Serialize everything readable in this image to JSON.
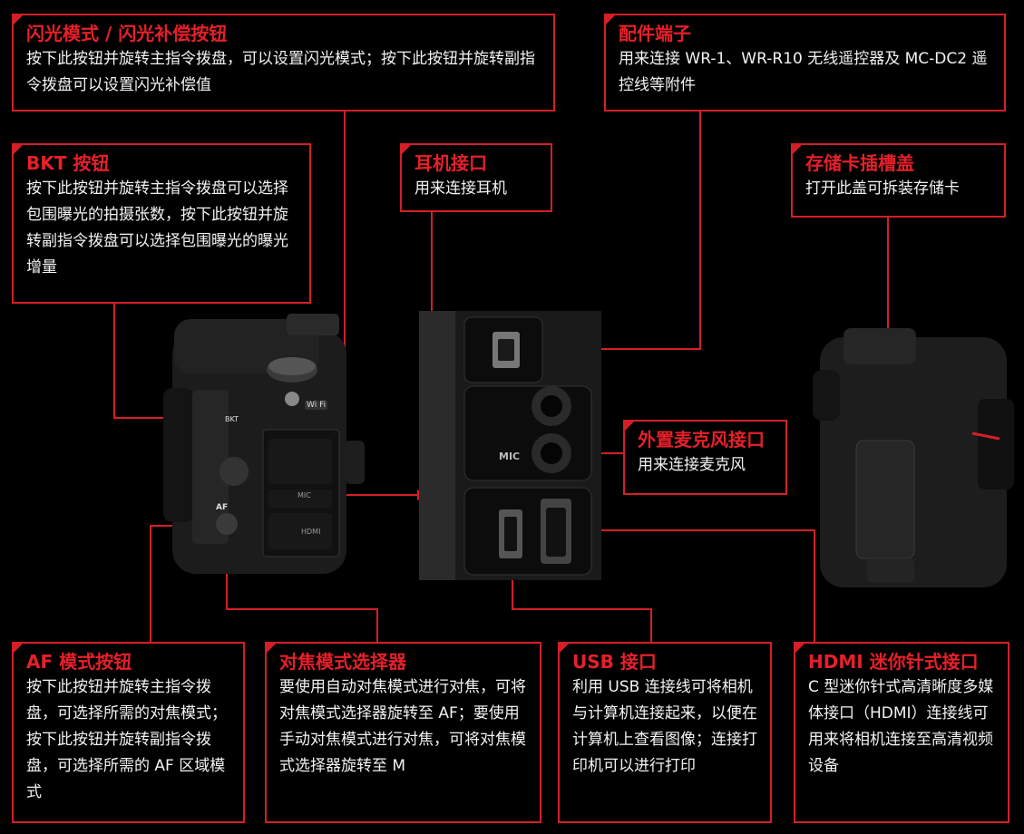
{
  "callouts": {
    "flash_mode": {
      "title": "闪光模式 / 闪光补偿按钮",
      "body": "按下此按钮并旋转主指令拨盘，可以设置闪光模式；按下此按钮并旋转副指令拨盘可以设置闪光补偿值"
    },
    "accessory_terminal": {
      "title": "配件端子",
      "body": "用来连接 WR-1、WR-R10 无线遥控器及 MC-DC2 遥控线等附件"
    },
    "bkt_button": {
      "title": "BKT 按钮",
      "body": "按下此按钮并旋转主指令拨盘可以选择包围曝光的拍摄张数，按下此按钮并旋转副指令拨盘可以选择包围曝光的曝光增量"
    },
    "headphone_jack": {
      "title": "耳机接口",
      "body": "用来连接耳机"
    },
    "memory_card_cover": {
      "title": "存储卡插槽盖",
      "body": "打开此盖可拆装存储卡"
    },
    "mic_jack": {
      "title": "外置麦克风接口",
      "body": "用来连接麦克风"
    },
    "af_mode_button": {
      "title": "AF 模式按钮",
      "body": "按下此按钮并旋转主指令拨盘，可选择所需的对焦模式；按下此按钮并旋转副指令拨盘，可选择所需的 AF 区域模式"
    },
    "focus_mode_selector": {
      "title": "对焦模式选择器",
      "body": "要使用自动对焦模式进行对焦，可将对焦模式选择器旋转至 AF；要使用手动对焦模式进行对焦，可将对焦模式选择器旋转至 M"
    },
    "usb_port": {
      "title": "USB 接口",
      "body": "利用 USB 连接线可将相机与计算机连接起来，以便在计算机上查看图像；连接打印机可以进行打印"
    },
    "hdmi_port": {
      "title": "HDMI 迷你针式接口",
      "body": "C 型迷你针式高清晰度多媒体接口（HDMI）连接线可用来将相机连接至高清视频设备"
    }
  },
  "camera_labels": {
    "mic": "MIC",
    "wifi": "Wi Fi",
    "bkt": "BKT",
    "af": "AF",
    "hdmi": "HDMI",
    "mic_small": "MIC"
  },
  "colors": {
    "accent": "#d41f26",
    "background": "#000000",
    "text": "#f2f2f2"
  }
}
